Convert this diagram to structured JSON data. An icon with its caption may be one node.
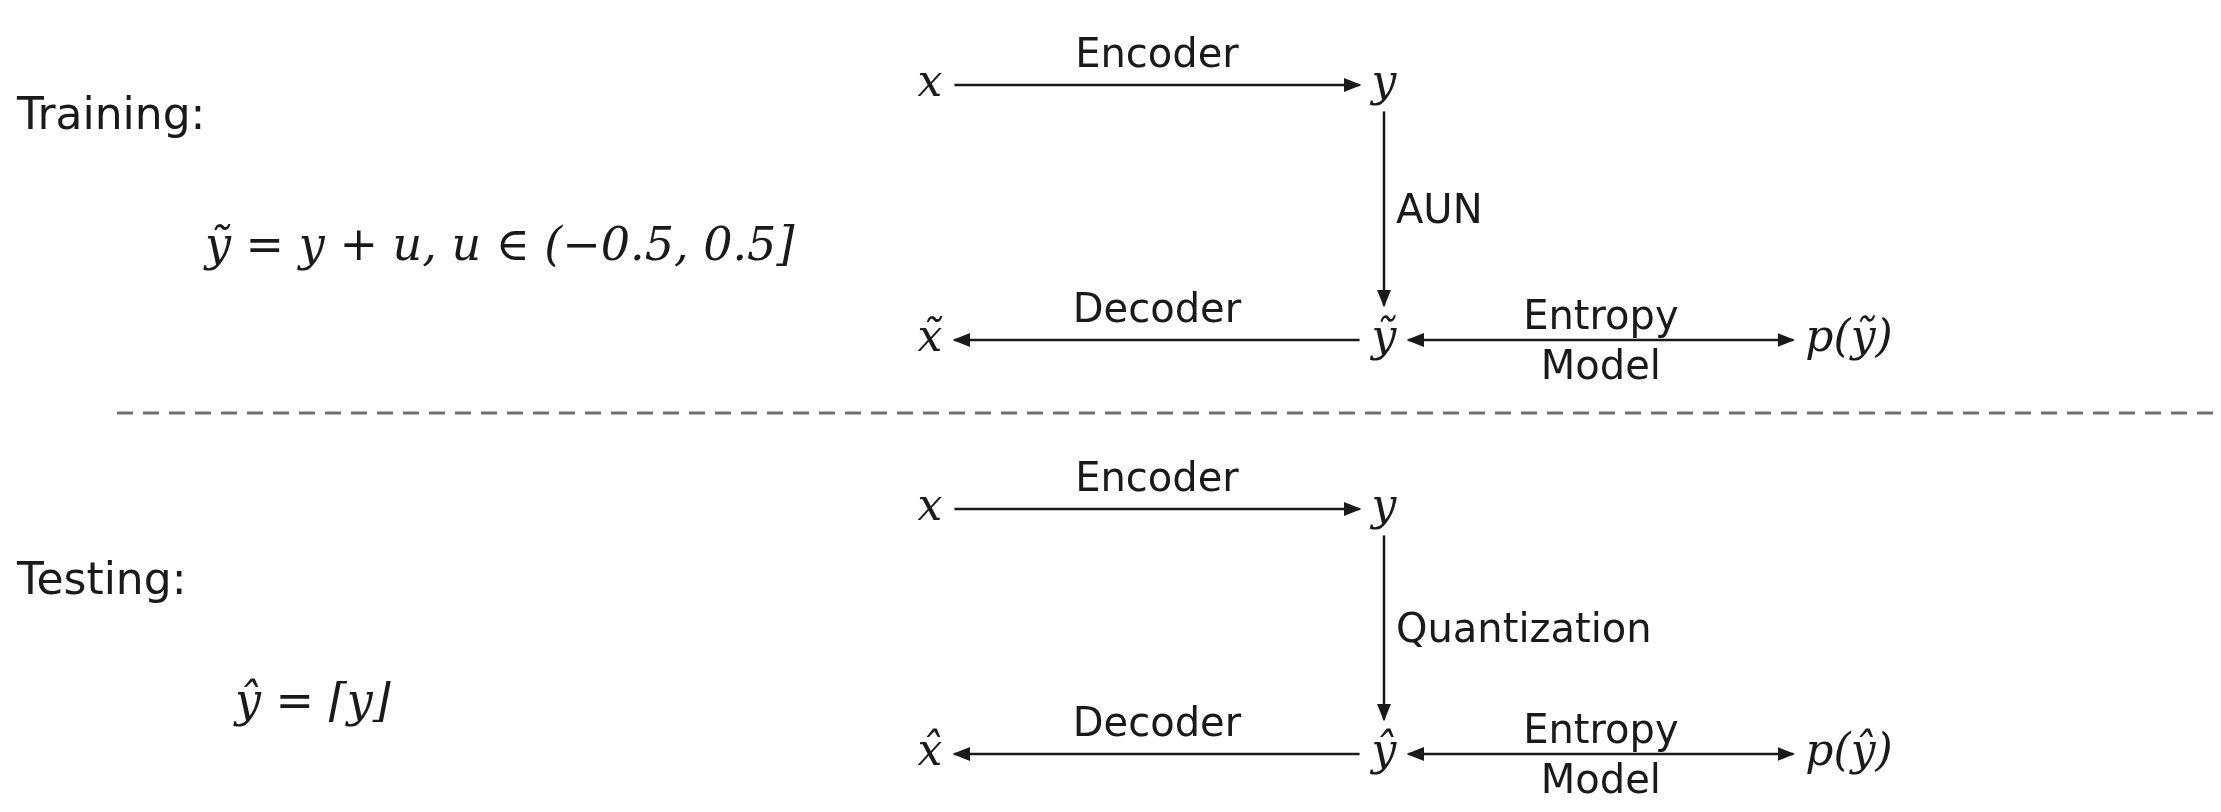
{
  "diagram": {
    "nodes": [
      {
        "text": [
          "x"
        ]
      },
      {
        "text": [
          "y"
        ]
      },
      {
        "text": [
          "x̃"
        ]
      },
      {
        "text": [
          "ỹ"
        ]
      },
      {
        "text": [
          "p(ỹ)"
        ]
      },
      {
        "text": [
          "x"
        ]
      },
      {
        "text": [
          "y"
        ]
      },
      {
        "text": [
          "x̂"
        ]
      },
      {
        "text": [
          "ŷ"
        ]
      },
      {
        "text": [
          "p(ŷ)"
        ]
      }
    ],
    "edges": [
      {
        "from": 0,
        "to": 1,
        "arrow": "to",
        "label": "Encoder"
      },
      {
        "from": 1,
        "to": 3,
        "arrow": "to",
        "label": "AUN"
      },
      {
        "from": 3,
        "to": 2,
        "arrow": "to",
        "label": "Decoder"
      },
      {
        "from": 3,
        "to": 4,
        "arrow": "both",
        "label": "Entropy Model"
      },
      {
        "from": 5,
        "to": 6,
        "arrow": "to",
        "label": "Encoder"
      },
      {
        "from": 6,
        "to": 8,
        "arrow": "to",
        "label": "Quantization"
      },
      {
        "from": 8,
        "to": 7,
        "arrow": "to",
        "label": "Decoder"
      },
      {
        "from": 8,
        "to": 9,
        "arrow": "both",
        "label": "Entropy Model"
      }
    ],
    "labels": [
      "Training:",
      "ỹ = y + u, u ∈ (−0.5, 0.5]",
      "Testing:",
      "ŷ = ⌈y⌋"
    ]
  }
}
